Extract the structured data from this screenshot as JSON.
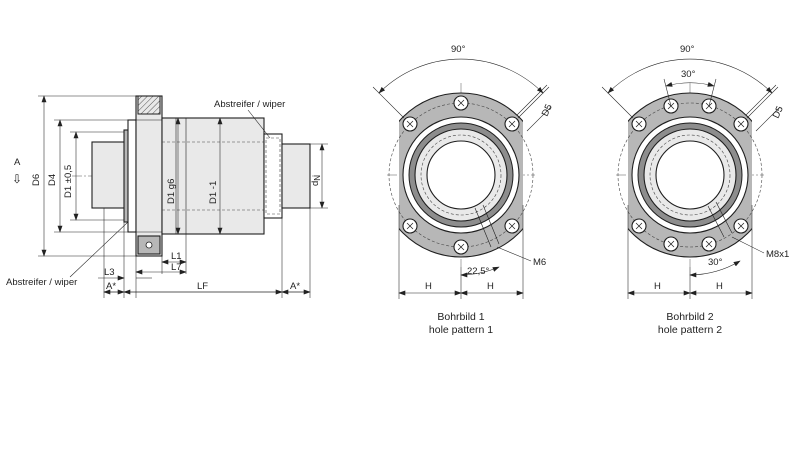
{
  "side_view": {
    "direction_label": "A",
    "direction_arrow": "⇩",
    "wiper_label_top": "Abstreifer / wiper",
    "wiper_label_bottom": "Abstreifer / wiper",
    "dims": {
      "D6": "D6",
      "D4": "D4",
      "D1_tol": "D1 ±0,5",
      "D1_g6": "D1 g6",
      "D1_minus": "D1 -1",
      "dN_main": "d",
      "dN_sub": "N",
      "L1": "L1",
      "L7": "L7",
      "L3": "L3",
      "A_left": "A*",
      "LF": "LF",
      "A_right": "A*"
    }
  },
  "view1": {
    "angle_top": "90°",
    "D5": "D5",
    "thread": "M6",
    "angle_small": "22,5°",
    "H_left": "H",
    "H_right": "H",
    "caption_de": "Bohrbild 1",
    "caption_en": "hole pattern 1"
  },
  "view2": {
    "angle_top": "90°",
    "angle_inner": "30°",
    "D5": "D5",
    "thread": "M8x1",
    "angle_small": "30°",
    "H_left": "H",
    "H_right": "H",
    "caption_de": "Bohrbild 2",
    "caption_en": "hole pattern 2"
  }
}
